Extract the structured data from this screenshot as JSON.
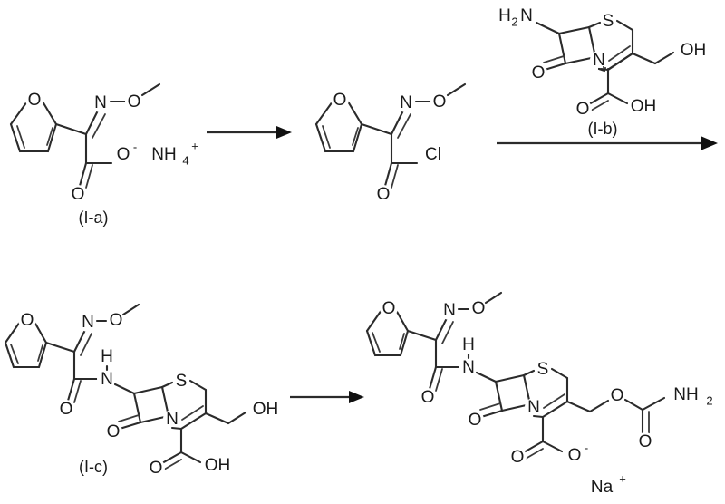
{
  "scheme": {
    "title": "Cefuroxime sodium synthesis reaction scheme",
    "background_color": "#ffffff",
    "bond_color": "#2b2b2b",
    "label_color": "#1a1a1a"
  },
  "captions": {
    "compound_a": "(I-a)",
    "compound_b": "(I-b)",
    "compound_c": "(I-c)"
  },
  "atoms": {
    "O": "O",
    "N": "N",
    "S": "S",
    "H": "H",
    "Cl": "Cl",
    "OH": "OH",
    "O_minus": "O",
    "minus": "-",
    "plus": "+",
    "NH": "NH",
    "NH2_text": "NH",
    "NH2_sub": "2",
    "H2N_H": "H",
    "H2N_sub": "2",
    "H2N_N": "N",
    "NH4_NH": "NH",
    "NH4_sub": "4",
    "Na": "Na"
  },
  "steps": [
    {
      "id": "step-1",
      "reactant": "(I-a)",
      "arrow": "reaction-arrow-1",
      "product": "acid chloride",
      "condition_label": ""
    },
    {
      "id": "step-2",
      "reactant": "acid chloride",
      "arrow": "reaction-arrow-2",
      "product": "(I-c)",
      "condition_label": "(I-b)"
    },
    {
      "id": "step-3",
      "reactant": "(I-c)",
      "arrow": "reaction-arrow-3",
      "product": "cefuroxime sodium",
      "condition_label": ""
    }
  ],
  "structures": [
    {
      "name": "compound-I-a",
      "description": "ammonium (Z)-2-(furan-2-yl)-2-(methoxyimino)acetate",
      "labels": [
        "O",
        "N",
        "O",
        "O",
        "O",
        "NH4"
      ],
      "caption": "(I-a)"
    },
    {
      "name": "acid-chloride-intermediate",
      "description": "(Z)-2-(furan-2-yl)-2-(methoxyimino)acetyl chloride",
      "labels": [
        "O",
        "N",
        "O",
        "Cl",
        "O"
      ],
      "caption": ""
    },
    {
      "name": "compound-I-b",
      "description": "7-amino-3-(hydroxymethyl)cephalosporanic acid",
      "labels": [
        "H2N",
        "S",
        "N",
        "O",
        "OH",
        "O",
        "OH"
      ],
      "caption": "(I-b)"
    },
    {
      "name": "compound-I-c",
      "description": "cefuroxime acid with 3-hydroxymethyl group",
      "labels": [
        "O",
        "N",
        "O",
        "O",
        "H",
        "N",
        "S",
        "N",
        "O",
        "OH",
        "O",
        "OH"
      ],
      "caption": "(I-c)"
    },
    {
      "name": "cefuroxime-sodium",
      "description": "sodium cefuroxime with carbamate ester",
      "labels": [
        "O",
        "N",
        "O",
        "O",
        "H",
        "N",
        "S",
        "N",
        "O",
        "O",
        "NH2",
        "O",
        "O",
        "O",
        "Na"
      ],
      "caption": ""
    }
  ]
}
